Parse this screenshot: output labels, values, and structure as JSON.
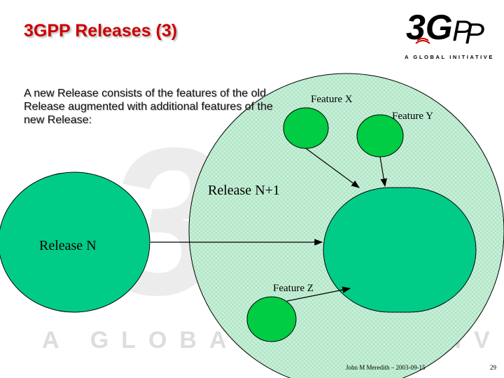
{
  "title": "3GPP Releases (3)",
  "intro": "A new Release consists of the features of the old Release augmented with additional features of the new Release:",
  "logo": {
    "brand": "3GPP",
    "tagline": "A GLOBAL INITIATIVE"
  },
  "watermark": {
    "tagline": "A GLOBAL INITIATIVE"
  },
  "diagram": {
    "release_n": "Release N",
    "release_n1": "Release N+1",
    "feature_x": "Feature X",
    "feature_y": "Feature Y",
    "feature_z": "Feature Z"
  },
  "footer": {
    "credit": "John M Meredith – 2003-09-15",
    "page": "29"
  },
  "colors": {
    "title": "#cc0000",
    "circle_fill": "#00cc88",
    "feature_fill": "#00cc44",
    "outer_fill": "#c8f0d8",
    "watermark": "#e6e6e6"
  }
}
